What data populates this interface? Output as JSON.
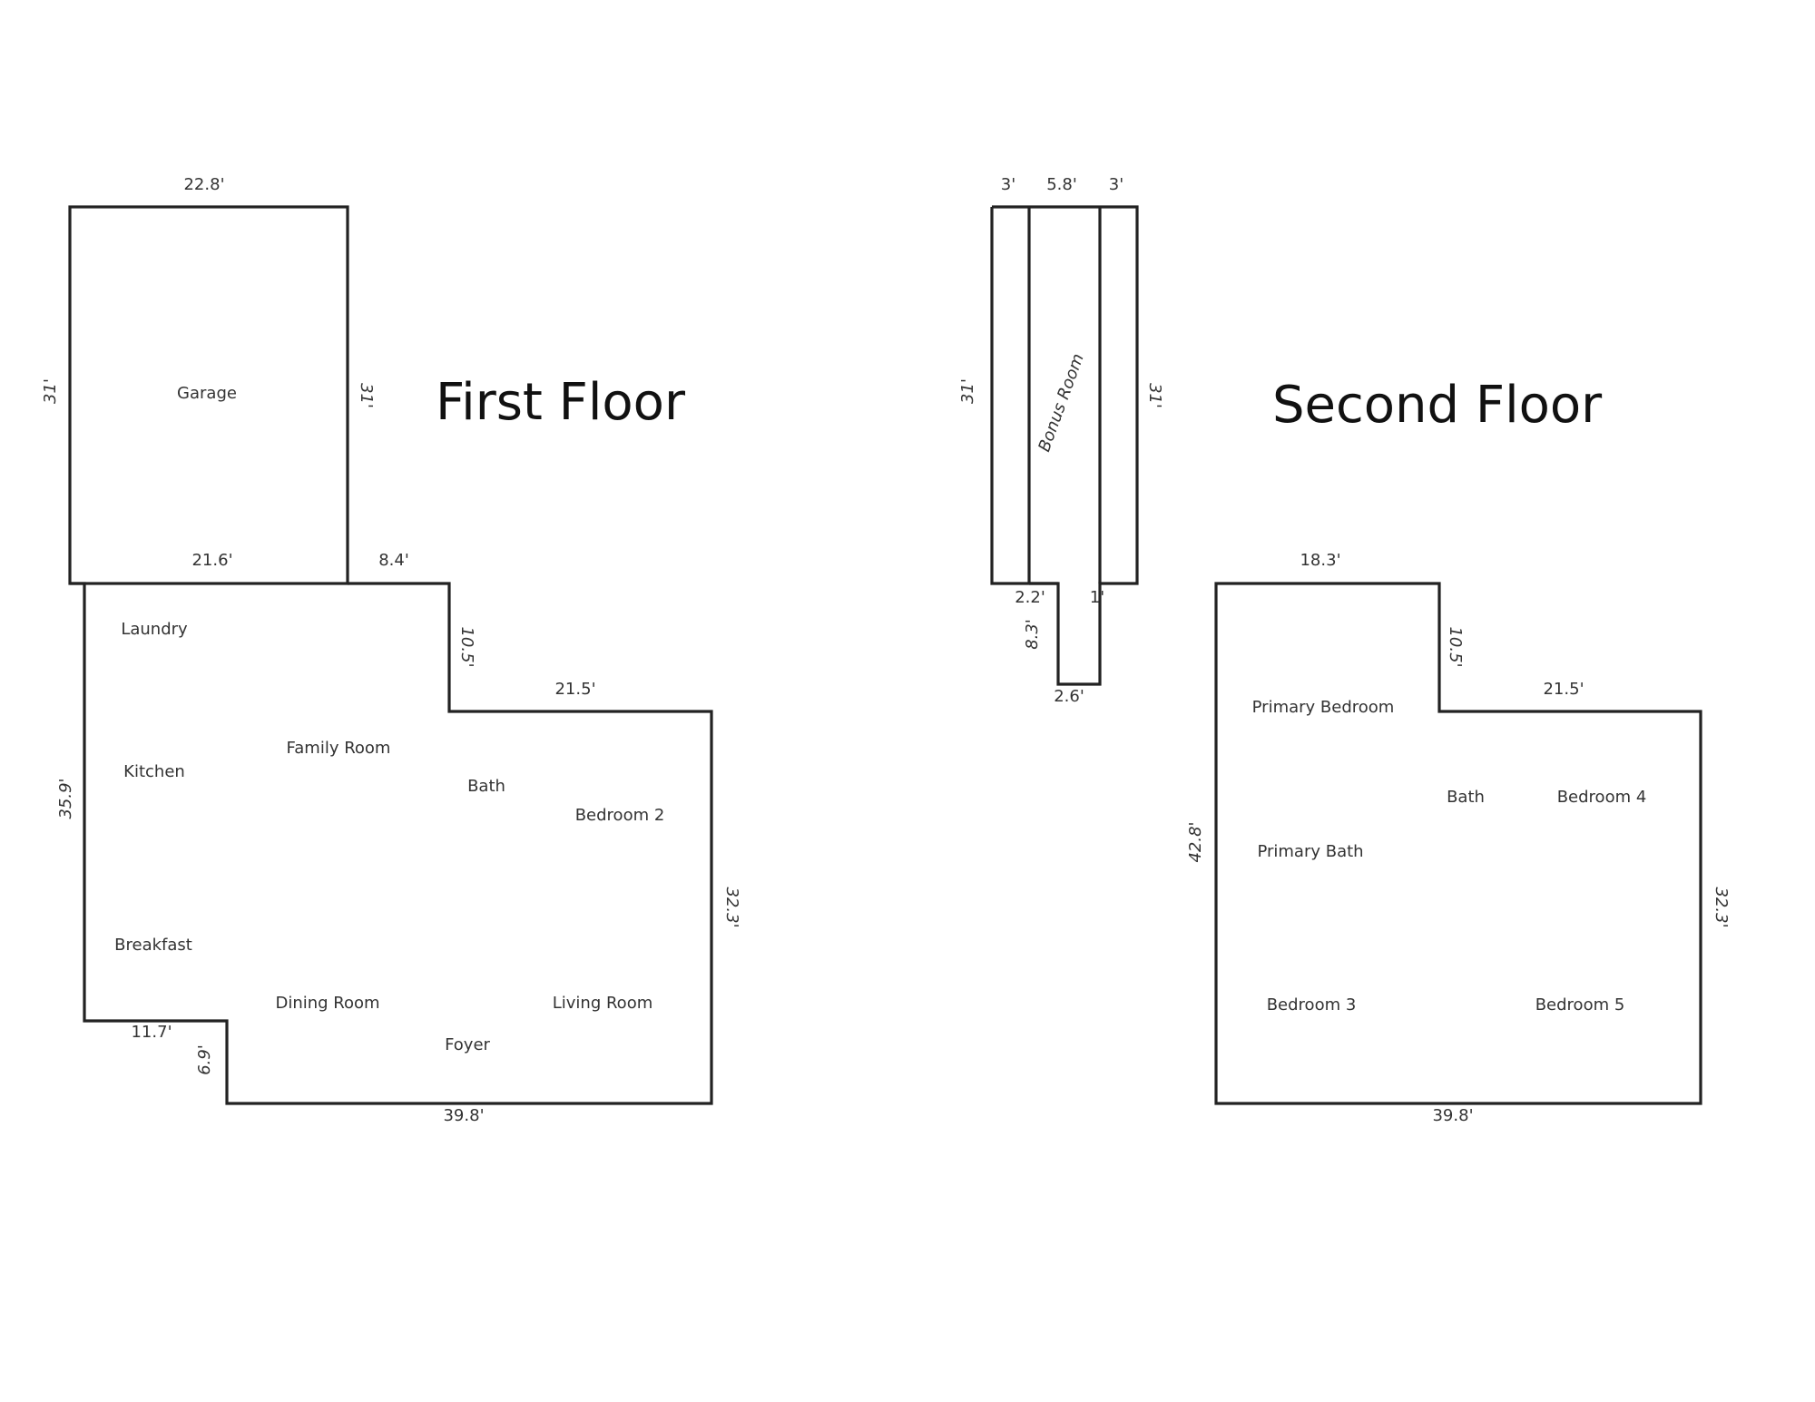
{
  "first_floor": {
    "title": "First Floor",
    "rooms": {
      "garage": "Garage",
      "laundry": "Laundry",
      "kitchen": "Kitchen",
      "family_room": "Family Room",
      "bath": "Bath",
      "bedroom_2": "Bedroom 2",
      "breakfast": "Breakfast",
      "dining_room": "Dining Room",
      "living_room": "Living Room",
      "foyer": "Foyer"
    },
    "dimensions": {
      "garage_top": "22.8'",
      "garage_left": "31'",
      "garage_right": "31'",
      "garage_bottom": "21.6'",
      "ell_top": "8.4'",
      "ell_drop": "10.5'",
      "wing_top": "21.5'",
      "main_left": "35.9'",
      "main_right": "32.3'",
      "notch_top": "11.7'",
      "notch_side": "6.9'",
      "main_bottom": "39.8'"
    }
  },
  "second_floor": {
    "title": "Second Floor",
    "rooms": {
      "bonus_room": "Bonus Room",
      "primary_bedroom": "Primary Bedroom",
      "bath": "Bath",
      "bedroom_4": "Bedroom 4",
      "primary_bath": "Primary Bath",
      "bedroom_3": "Bedroom 3",
      "bedroom_5": "Bedroom 5"
    },
    "dimensions": {
      "bonus_left_width": "3'",
      "bonus_mid_width": "5.8'",
      "bonus_right_width": "3'",
      "bonus_left": "31'",
      "bonus_right": "31'",
      "stair_left": "2.2'",
      "stair_right": "1'",
      "stair_depth": "8.3'",
      "stair_bottom": "2.6'",
      "main_top": "18.3'",
      "ell_drop": "10.5'",
      "wing_top": "21.5'",
      "main_left": "42.8'",
      "main_right": "32.3'",
      "main_bottom": "39.8'"
    }
  }
}
